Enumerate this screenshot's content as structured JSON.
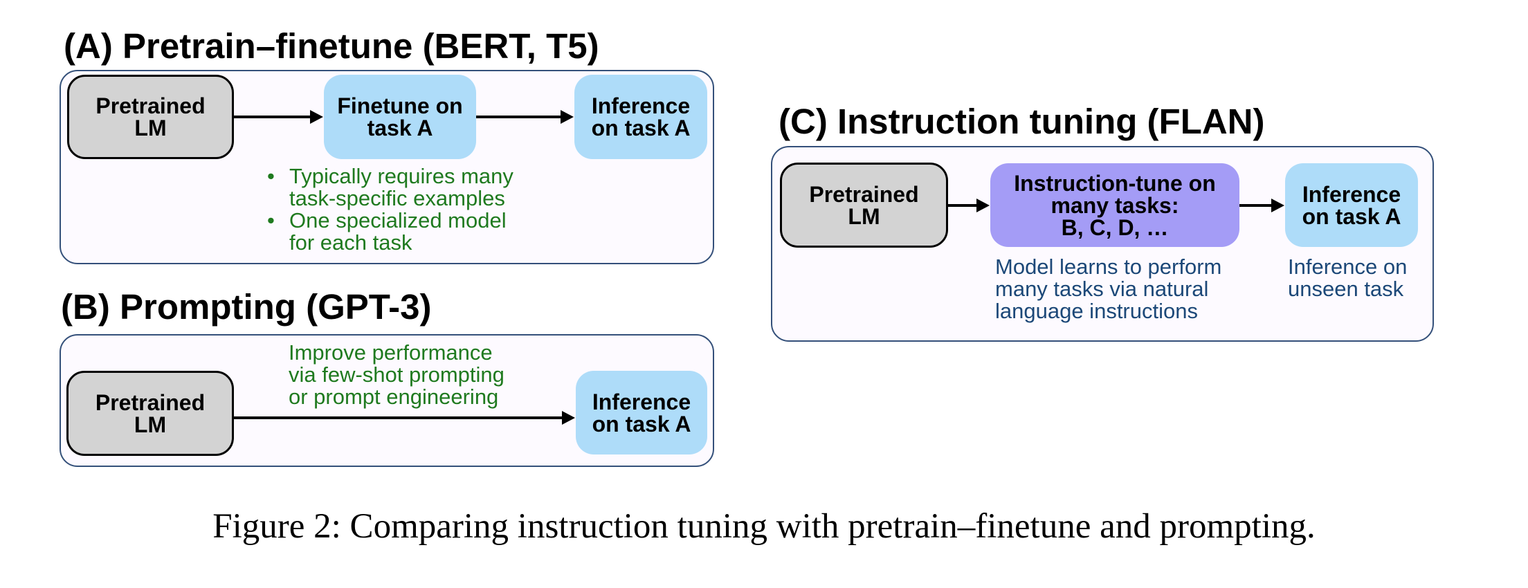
{
  "panel_a": {
    "heading": "(A) Pretrain–finetune (BERT, T5)",
    "pretrained_box": [
      "Pretrained",
      "LM"
    ],
    "finetune_box": [
      "Finetune on",
      "task A"
    ],
    "inference_box": [
      "Inference",
      "on task A"
    ],
    "bullets": [
      [
        "Typically requires many",
        "task-specific examples"
      ],
      [
        "One specialized model",
        "for each task"
      ]
    ]
  },
  "panel_b": {
    "heading": "(B) Prompting (GPT-3)",
    "pretrained_box": [
      "Pretrained",
      "LM"
    ],
    "inference_box": [
      "Inference",
      "on task A"
    ],
    "note": [
      "Improve performance",
      "via few-shot prompting",
      "or prompt engineering"
    ]
  },
  "panel_c": {
    "heading": "(C) Instruction tuning (FLAN)",
    "pretrained_box": [
      "Pretrained",
      "LM"
    ],
    "instruction_box": [
      "Instruction-tune on",
      "many tasks:",
      "B, C, D, …"
    ],
    "inference_box": [
      "Inference",
      "on task A"
    ],
    "note_left": [
      "Model learns to perform",
      "many tasks via natural",
      "language instructions"
    ],
    "note_right": [
      "Inference on",
      "unseen task"
    ]
  },
  "caption": "Figure 2: Comparing instruction tuning with pretrain–finetune and prompting.",
  "colors": {
    "panel_border": "#34507a",
    "panel_fill": "#fdfaff",
    "gray_box": "#d3d3d3",
    "blue_box": "#aedcf9",
    "purple_box": "#a49cf6",
    "green_text": "#1f7a1f",
    "navy_text": "#1c4878"
  }
}
